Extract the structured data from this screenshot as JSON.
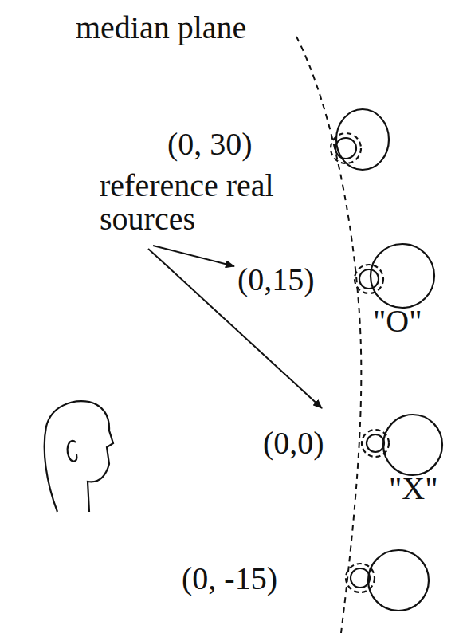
{
  "diagram": {
    "labels": [
      "median plane",
      "(0, 30)",
      "reference real sources",
      "(0,15)",
      "\"O\"",
      "(0,0)",
      "\"X\"",
      "(0, -15)"
    ]
  }
}
